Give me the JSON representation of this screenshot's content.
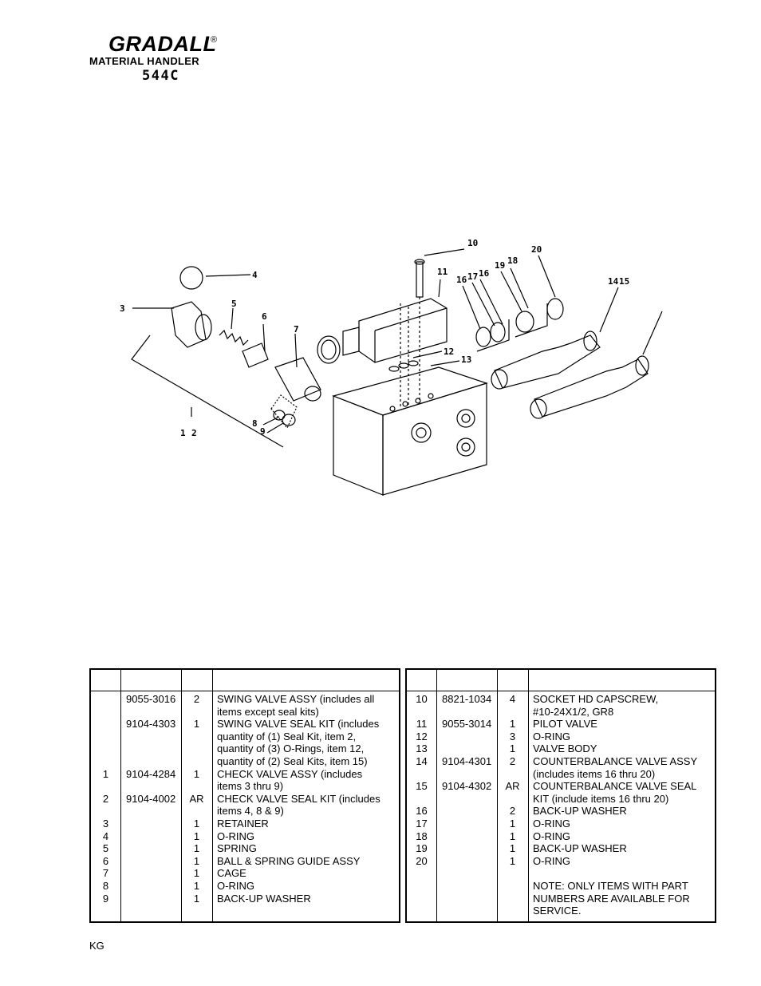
{
  "header": {
    "brand": "GRADALL",
    "registered": "®",
    "subtitle": "MATERIAL HANDLER",
    "model": "544C"
  },
  "diagram": {
    "callouts": [
      "10",
      "11",
      "20",
      "16",
      "17",
      "16",
      "19",
      "18",
      "4",
      "14",
      "15",
      "3",
      "5",
      "6",
      "7",
      "12",
      "13",
      "1",
      "2",
      "8",
      "9"
    ]
  },
  "parts_left": {
    "rows": [
      {
        "item": "",
        "part": "9055-3016",
        "qty": "2",
        "desc": [
          "SWING VALVE ASSY (includes all",
          "items except seal kits)"
        ]
      },
      {
        "item": "",
        "part": "9104-4303",
        "qty": "1",
        "desc": [
          "SWING VALVE SEAL KIT (includes",
          "quantity of (1) Seal Kit, item 2,",
          "quantity of (3) O-Rings, item 12,",
          "quantity of (2) Seal Kits, item 15)"
        ]
      },
      {
        "item": "1",
        "part": "9104-4284",
        "qty": "1",
        "desc": [
          "CHECK VALVE ASSY (includes",
          "items 3 thru 9)"
        ]
      },
      {
        "item": "2",
        "part": "9104-4002",
        "qty": "AR",
        "desc": [
          "CHECK VALVE SEAL KIT (includes",
          "items 4, 8 & 9)"
        ]
      },
      {
        "item": "3",
        "part": "",
        "qty": "1",
        "desc": [
          "RETAINER"
        ]
      },
      {
        "item": "4",
        "part": "",
        "qty": "1",
        "desc": [
          "O-RING"
        ]
      },
      {
        "item": "5",
        "part": "",
        "qty": "1",
        "desc": [
          "SPRING"
        ]
      },
      {
        "item": "6",
        "part": "",
        "qty": "1",
        "desc": [
          "BALL & SPRING GUIDE ASSY"
        ]
      },
      {
        "item": "7",
        "part": "",
        "qty": "1",
        "desc": [
          "CAGE"
        ]
      },
      {
        "item": "8",
        "part": "",
        "qty": "1",
        "desc": [
          "O-RING"
        ]
      },
      {
        "item": "9",
        "part": "",
        "qty": "1",
        "desc": [
          "BACK-UP WASHER"
        ]
      }
    ]
  },
  "parts_right": {
    "rows": [
      {
        "item": "10",
        "part": "8821-1034",
        "qty": "4",
        "desc": [
          "SOCKET HD CAPSCREW,",
          "#10-24X1/2, GR8"
        ]
      },
      {
        "item": "11",
        "part": "9055-3014",
        "qty": "1",
        "desc": [
          "PILOT VALVE"
        ]
      },
      {
        "item": "12",
        "part": "",
        "qty": "3",
        "desc": [
          "O-RING"
        ]
      },
      {
        "item": "13",
        "part": "",
        "qty": "1",
        "desc": [
          "VALVE BODY"
        ]
      },
      {
        "item": "14",
        "part": "9104-4301",
        "qty": "2",
        "desc": [
          "COUNTERBALANCE VALVE ASSY",
          "(includes items 16 thru 20)"
        ]
      },
      {
        "item": "15",
        "part": "9104-4302",
        "qty": "AR",
        "desc": [
          "COUNTERBALANCE VALVE SEAL",
          "KIT (include items 16 thru 20)"
        ]
      },
      {
        "item": "16",
        "part": "",
        "qty": "2",
        "desc": [
          "BACK-UP WASHER"
        ]
      },
      {
        "item": "17",
        "part": "",
        "qty": "1",
        "desc": [
          "O-RING"
        ]
      },
      {
        "item": "18",
        "part": "",
        "qty": "1",
        "desc": [
          "O-RING"
        ]
      },
      {
        "item": "19",
        "part": "",
        "qty": "1",
        "desc": [
          "BACK-UP WASHER"
        ]
      },
      {
        "item": "20",
        "part": "",
        "qty": "1",
        "desc": [
          "O-RING"
        ]
      },
      {
        "item": "",
        "part": "",
        "qty": "",
        "desc": [
          ""
        ]
      },
      {
        "item": "",
        "part": "",
        "qty": "",
        "desc": [
          "NOTE:  ONLY ITEMS WITH PART",
          "NUMBERS ARE AVAILABLE FOR",
          "SERVICE."
        ]
      }
    ]
  },
  "footer": {
    "code": "KG"
  }
}
